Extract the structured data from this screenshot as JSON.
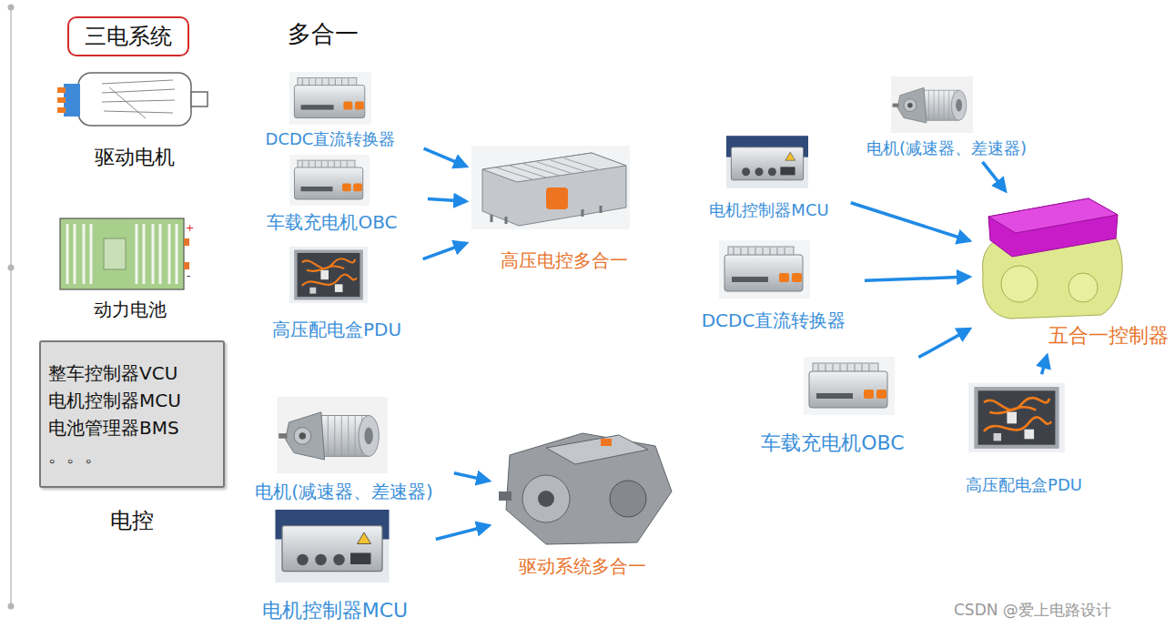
{
  "diagram": {
    "nodes": [
      {
        "text": [
          "三电系统"
        ]
      },
      {
        "text": [
          "驱动电机"
        ]
      },
      {
        "text": [
          "动力电池"
        ]
      },
      {
        "text": [
          "整车控制器VCU",
          "电机控制器MCU",
          "电池管理器BMS",
          "。。。",
          "电控"
        ]
      },
      {
        "text": [
          "DCDC直流转换器"
        ]
      },
      {
        "text": [
          "车载充电机OBC"
        ]
      },
      {
        "text": [
          "高压配电盒PDU"
        ]
      },
      {
        "text": [
          "高压电控多合一"
        ]
      },
      {
        "text": [
          "电机(减速器、差速器)"
        ]
      },
      {
        "text": [
          "电机控制器MCU"
        ]
      },
      {
        "text": [
          "驱动系统多合一"
        ]
      },
      {
        "text": [
          "电机(减速器、差速器)"
        ]
      },
      {
        "text": [
          "电机控制器MCU"
        ]
      },
      {
        "text": [
          "DCDC直流转换器"
        ]
      },
      {
        "text": [
          "车载充电机OBC"
        ]
      },
      {
        "text": [
          "高压配电盒PDU"
        ]
      },
      {
        "text": [
          "五合一控制器"
        ]
      }
    ],
    "edges": [
      {
        "from": 4,
        "to": 7,
        "arrow": "to"
      },
      {
        "from": 5,
        "to": 7,
        "arrow": "to"
      },
      {
        "from": 6,
        "to": 7,
        "arrow": "to"
      },
      {
        "from": 8,
        "to": 10,
        "arrow": "to"
      },
      {
        "from": 9,
        "to": 10,
        "arrow": "to"
      },
      {
        "from": 11,
        "to": 16,
        "arrow": "to"
      },
      {
        "from": 12,
        "to": 16,
        "arrow": "to"
      },
      {
        "from": 13,
        "to": 16,
        "arrow": "to"
      },
      {
        "from": 14,
        "to": 16,
        "arrow": "to"
      },
      {
        "from": 15,
        "to": 16,
        "arrow": "to"
      }
    ],
    "labels": [
      "多合一",
      "+",
      "-",
      "CSDN @爱上电路设计"
    ]
  }
}
